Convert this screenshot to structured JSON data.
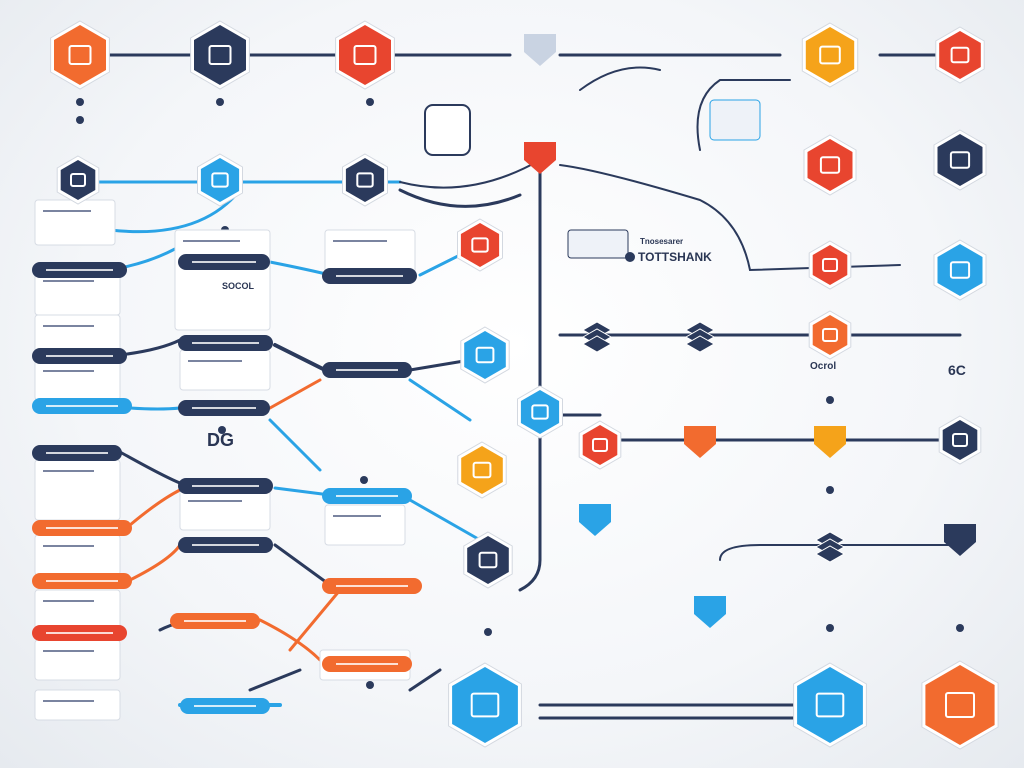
{
  "colors": {
    "navy": "#2b3a5c",
    "blue": "#2aa3e6",
    "orange": "#f26b2f",
    "red": "#e8452f",
    "amber": "#f5a31a",
    "card": "#ffffff",
    "text": "#2a3654"
  },
  "labels": {
    "center_caption_small": "Tnosesarer",
    "center_caption": "TOTTSHANK",
    "left_mid_badge": "DG",
    "left_col2_title": "SOCOL",
    "right_caption_1": "Ocrol",
    "right_caption_2": "6C"
  },
  "icons": [
    "hexagon-node-icon",
    "shield-node-icon",
    "document-icon",
    "diamond-node-icon"
  ]
}
